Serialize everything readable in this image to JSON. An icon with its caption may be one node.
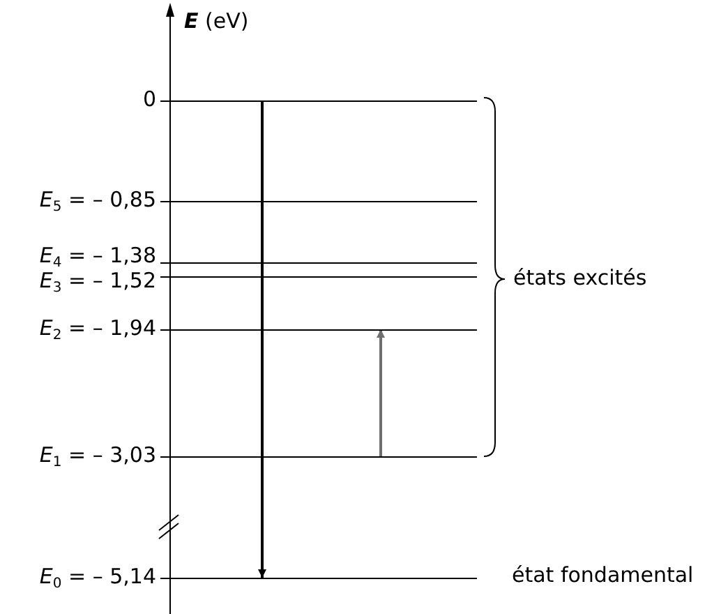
{
  "diagram": {
    "nodes": [
      {
        "text": [
          "0"
        ]
      },
      {
        "text": [
          "*E*$_{5}$ = – 0,85"
        ]
      },
      {
        "text": [
          "*E*$_{4}$ = – 1,38"
        ]
      },
      {
        "text": [
          "*E*$_{3}$ = – 1,52"
        ]
      },
      {
        "text": [
          "*E*$_{2}$ = – 1,94"
        ]
      },
      {
        "text": [
          "*E*$_{1}$ = – 3,03"
        ]
      },
      {
        "text": [
          "*E*$_{0}$ = – 5,14"
        ],
        "beside": [
          "état fondamental"
        ]
      }
    ],
    "edges": [
      {
        "from": 0,
        "to": 6,
        "arrow": "to"
      },
      {
        "from": 5,
        "to": 4,
        "arrow": "to",
        "color": "#6e6e6e"
      }
    ],
    "labels": [
      "**E** (eV)",
      "états excités"
    ]
  }
}
